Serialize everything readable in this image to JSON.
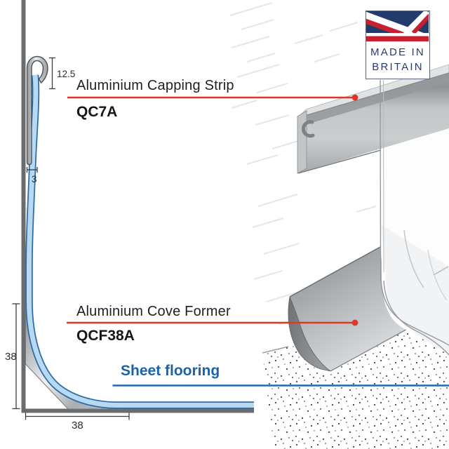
{
  "badge": {
    "line1": "MADE IN",
    "line2": "BRITAIN"
  },
  "labels": {
    "capping_title": "Aluminium Capping Strip",
    "capping_code": "QC7A",
    "cove_title": "Aluminium Cove Former",
    "cove_code": "QCF38A",
    "sheet_label": "Sheet flooring"
  },
  "dimensions": {
    "capping_lip": "12.5",
    "sheet_gap": "3",
    "cove_height": "38",
    "cove_width": "38"
  },
  "colors": {
    "leader_red": "#dd3728",
    "flooring_blue": "#2268b2",
    "sheet_fill": "#b7d9f2",
    "sheet_outline": "#2e6ca8",
    "wall_grey": "#6b6c6e",
    "badge_navy": "#2b3a6b",
    "flag_red": "#c8202f",
    "flag_navy": "#233a6d"
  }
}
